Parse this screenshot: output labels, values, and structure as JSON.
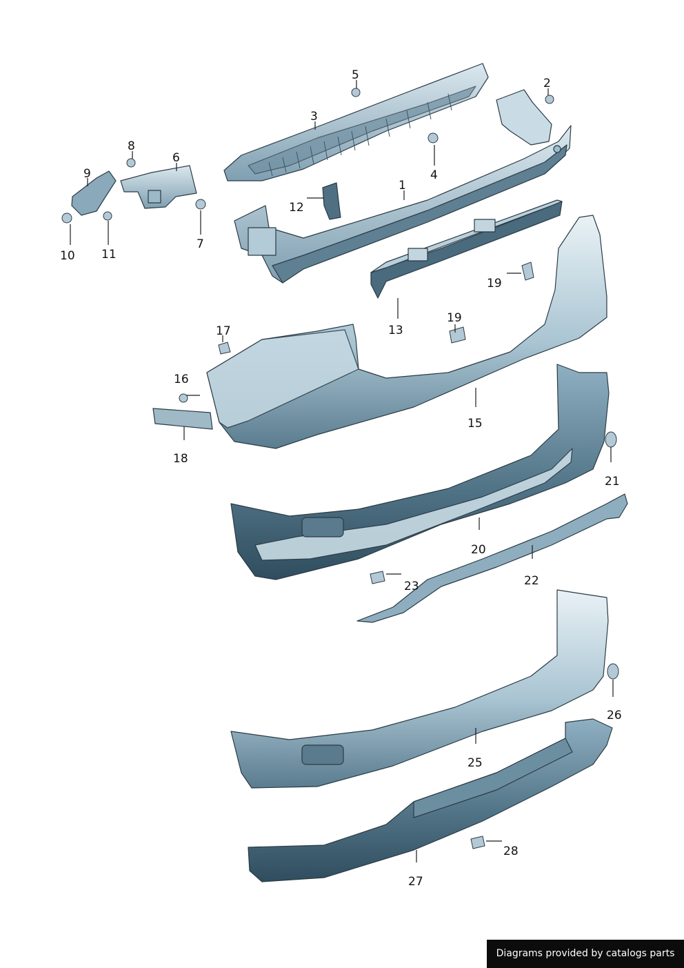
{
  "callouts": [
    "1",
    "2",
    "3",
    "4",
    "5",
    "6",
    "7",
    "8",
    "9",
    "10",
    "11",
    "12",
    "13",
    "15",
    "16",
    "17",
    "18",
    "19",
    "19",
    "20",
    "21",
    "22",
    "23",
    "25",
    "26",
    "27",
    "28"
  ],
  "footer": {
    "text": "Diagrams provided by catalogs parts"
  },
  "colors": {
    "part_light": "#d6e6ee",
    "part_mid": "#8fb0c2",
    "part_dark": "#3f5f71",
    "outline": "#2a3a44",
    "footer_bg": "#0c0c0c"
  }
}
